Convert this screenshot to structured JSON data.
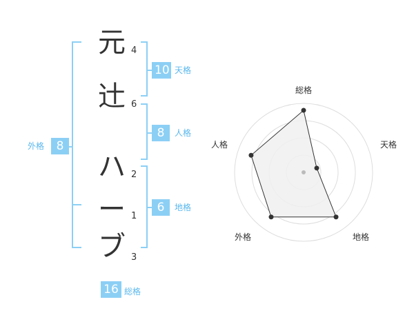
{
  "name": {
    "chars": [
      {
        "char": "元",
        "strokes": "4"
      },
      {
        "char": "辻",
        "strokes": "6"
      },
      {
        "char": "ハ",
        "strokes": "2"
      },
      {
        "char": "ー",
        "strokes": "1"
      },
      {
        "char": "ブ",
        "strokes": "3"
      }
    ]
  },
  "kaku": {
    "tenkaku": {
      "value": "10",
      "label": "天格"
    },
    "jinkaku": {
      "value": "8",
      "label": "人格"
    },
    "chikaku": {
      "value": "6",
      "label": "地格"
    },
    "gaikaku": {
      "value": "8",
      "label": "外格"
    },
    "soukaku": {
      "value": "16",
      "label": "総格"
    }
  },
  "chart_data": {
    "type": "radar",
    "axes": [
      "総格",
      "天格",
      "地格",
      "外格",
      "人格"
    ],
    "values": [
      0.9,
      0.2,
      0.8,
      0.8,
      0.8
    ],
    "max": 1,
    "rings": 4,
    "colors": {
      "fill": "#f0f0f0",
      "stroke": "#333333",
      "ring": "#dddddd",
      "center": "#bbbbbb"
    }
  },
  "colors": {
    "accent": "#8ccff5",
    "accent_text": "#5bb8ee",
    "text": "#333333"
  }
}
